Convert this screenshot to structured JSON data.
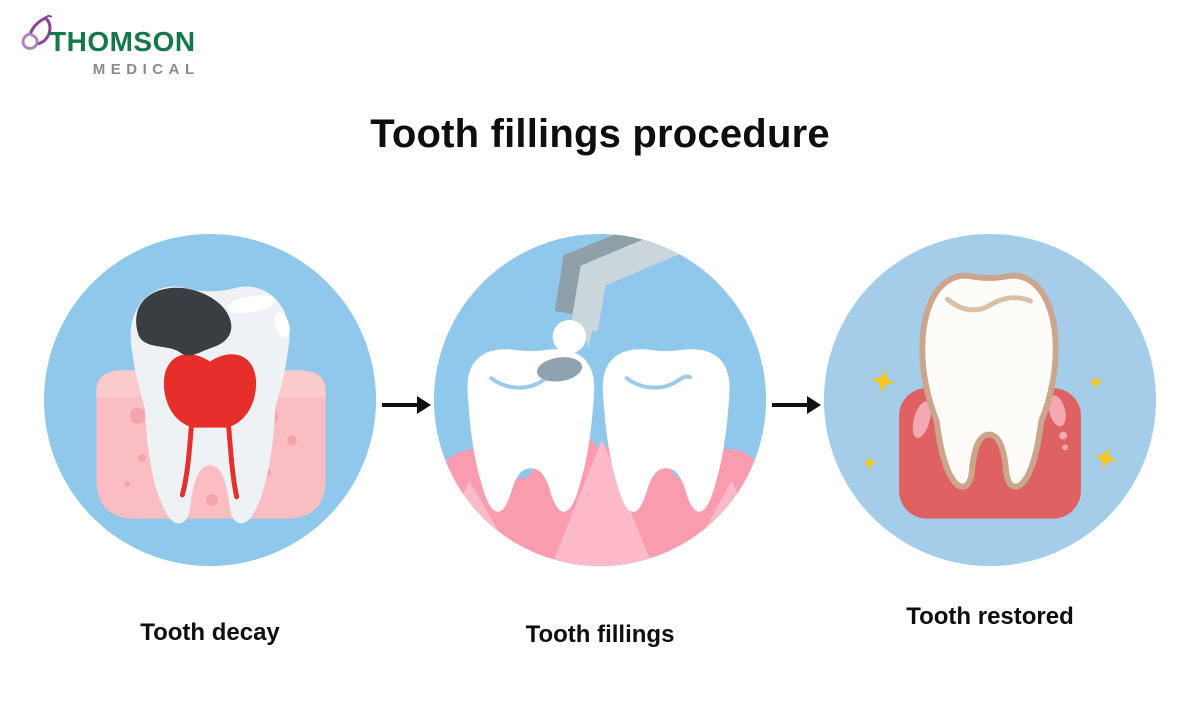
{
  "logo": {
    "brand": "THOMSON",
    "division": "MEDICAL"
  },
  "title": "Tooth fillings procedure",
  "steps": [
    {
      "label": "Tooth decay"
    },
    {
      "label": "Tooth fillings"
    },
    {
      "label": "Tooth restored"
    }
  ],
  "icons": {
    "logo_mark": "butterfly-icon",
    "between_steps": "arrow-right-icon"
  },
  "colors": {
    "brand_green": "#16784A",
    "brand_gray": "#898B8E",
    "butterfly_purple_dark": "#8E3F9C",
    "butterfly_purple_light": "#B27CC3",
    "title_text": "#0E0E0E",
    "circle_blue": "#90C8EC",
    "circle_blue_light": "#A3CDE9",
    "gum1_pink": "#F9BDC2",
    "gum1_pink_top": "#FBCACD",
    "gum1_dots": "#F4A4AC",
    "tooth_white": "#EFF2F5",
    "pulp_red": "#E62E2B",
    "decay_dark": "#3A3E41",
    "gum2_pink": "#F99DAE",
    "gum2_pink_light": "#FBBAC7",
    "crease_blue": "#9CCBE8",
    "cavity_gray": "#8FA2AF",
    "tool_gray_dark": "#90A0AA",
    "tool_gray_light": "#CBD6DC",
    "gum3_red": "#DE6262",
    "gum3_highlight": "#F3A8B2",
    "tooth_outline_tan": "#CBA68C",
    "tooth_crease_tan": "#D8BFA8",
    "tooth_off_white": "#FEFCF8",
    "sparkle_yellow": "#F7C71F",
    "arrow_black": "#111111"
  }
}
